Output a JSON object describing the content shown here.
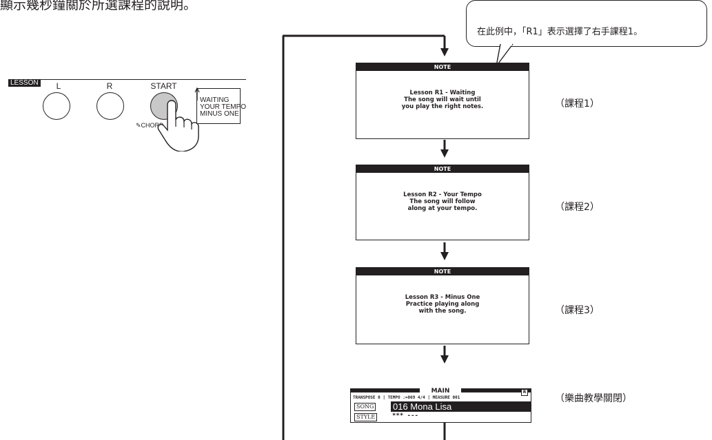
{
  "intro_text": "顯示幾秒鐘關於所選課程的說明。",
  "panel": {
    "lesson_tag": "LESSON",
    "button_l": "L",
    "button_r": "R",
    "button_start": "START",
    "chord_label": "CHORD",
    "modes": [
      "WAITING",
      "YOUR TEMPO",
      "MINUS ONE"
    ]
  },
  "callout": "在此例中，「R1」表示選擇了右手課程1。",
  "screens": [
    {
      "header": "NOTE",
      "lines": [
        "Lesson R1 - Waiting",
        "The song will wait until",
        "you play the right notes."
      ],
      "side_label": "（課程1）"
    },
    {
      "header": "NOTE",
      "lines": [
        "Lesson R2 - Your Tempo",
        "The song will follow",
        "along at your tempo."
      ],
      "side_label": "（課程2）"
    },
    {
      "header": "NOTE",
      "lines": [
        "Lesson R3 - Minus One",
        "Practice playing along",
        "with the song."
      ],
      "side_label": "（課程3）"
    }
  ],
  "main_display": {
    "title": "MAIN",
    "mode_badge": "R",
    "info_row": "TRANSPOSE  0  | TEMPO ♩=069  4/4  | MEASURE  001",
    "song_tag": "SONG",
    "song_name": "016 Mona Lisa",
    "style_tag": "STYLE",
    "style_value": "*** ---",
    "side_label": "（樂曲教學關閉）"
  }
}
